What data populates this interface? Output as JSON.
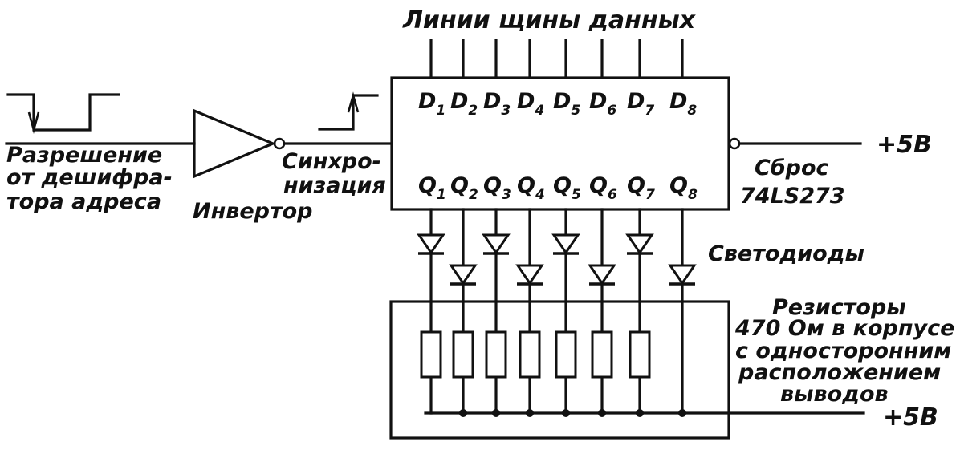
{
  "labels": {
    "data_bus": "Линии щины данных",
    "enable_l1": "Разрешение",
    "enable_l2": "от дешифра-",
    "enable_l3": "тора адреса",
    "inverter": "Инвертор",
    "sync_l1": "Синхро-",
    "sync_l2": "низация",
    "reset": "Сброс",
    "chip": "74LS273",
    "vcc_top": "+5В",
    "vcc_bottom": "+5В",
    "leds": "Светодиоды",
    "res_l1": "Резисторы",
    "res_l2": "470 Ом в корпусе",
    "res_l3": "с односторонним",
    "res_l4": "расположением",
    "res_l5": "выводов"
  },
  "pins": {
    "d_letter": "D",
    "q_letter": "Q",
    "numbers": [
      "1",
      "2",
      "3",
      "4",
      "5",
      "6",
      "7",
      "8"
    ]
  }
}
